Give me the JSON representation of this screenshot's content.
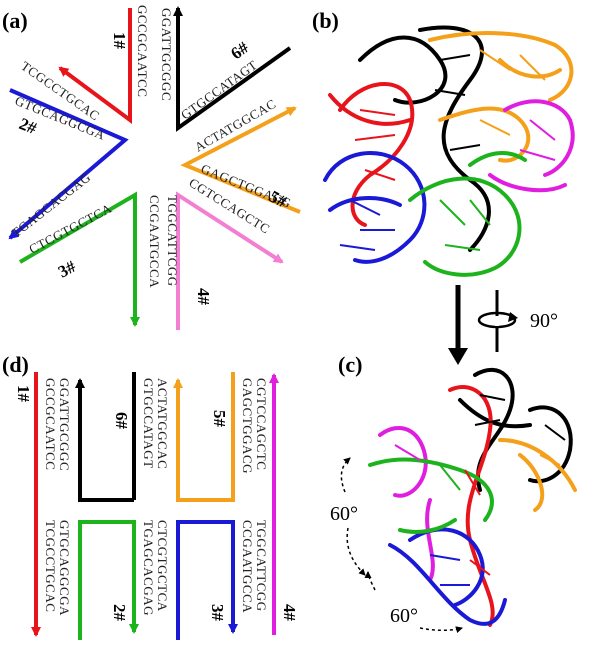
{
  "panels": {
    "a": "(a)",
    "b": "(b)",
    "c": "(c)",
    "d": "(d)"
  },
  "colors": {
    "s1": "#e8141c",
    "s2": "#1a1ad6",
    "s3": "#1db31d",
    "s4": "#f27fd2",
    "s5": "#f5a01a",
    "s6": "#000000",
    "s7": "#e01ee0"
  },
  "strand_labels": {
    "s1": "1#",
    "s2": "2#",
    "s3": "3#",
    "s4": "4#",
    "s5": "5#",
    "s6": "6#"
  },
  "panel_a": {
    "seq1_top": "GCCGCAATCC",
    "seq1_left": "TCGCCTGCAC",
    "seq2_top": "GTGCAGGCGA",
    "seq2_bottom": "TGAGCACGAG",
    "seq3_left": "CTCGTGCTCA",
    "seq3_bottom": "CCGAATGCCA",
    "seq4_left": "TGGCATTCGG",
    "seq4_right": "CGTCCAGCTC",
    "seq5_bottom": "GAGCTGGACG",
    "seq5_top": "ACTATGGCAC",
    "seq6_right": "GTGCCATAGT",
    "seq6_top": "GGATTGCGGC"
  },
  "panel_d": {
    "col1_top": "GCCGCAATCC",
    "col2_top": "GGATTGCGGC",
    "col3_top": "GTGCCATAGT",
    "col4_top": "ACTATGGCAC",
    "col5_top": "GAGCTGGACG",
    "col6_top": "CGTCCAGCTC",
    "col1_bot": "TCGCCTGCAC",
    "col2_bot": "GTGCAGGCGA",
    "col3_bot": "TGAGCACGAG",
    "col4_bot": "CTCGTGCTCA",
    "col5_bot": "CCGAATGCCA",
    "col6_bot": "TGGCATTCGG"
  },
  "rotation_label": "90°",
  "angle_labels": [
    "60°",
    "60°"
  ]
}
